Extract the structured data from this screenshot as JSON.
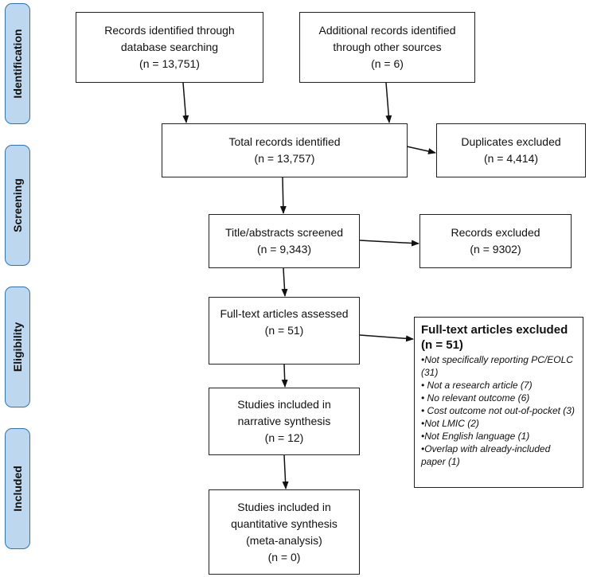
{
  "stages": [
    {
      "id": "identification",
      "label": "Identification"
    },
    {
      "id": "screening",
      "label": "Screening"
    },
    {
      "id": "eligibility",
      "label": "Eligibility"
    },
    {
      "id": "included",
      "label": "Included"
    }
  ],
  "boxes": {
    "database": {
      "lines": [
        "Records identified through",
        "database searching",
        "(n = 13,751)"
      ]
    },
    "other": {
      "lines": [
        "Additional records identified",
        "through other sources",
        "(n = 6)"
      ]
    },
    "total": {
      "lines": [
        "Total records identified",
        "(n = 13,757)"
      ]
    },
    "duplicates": {
      "lines": [
        "Duplicates excluded",
        "(n = 4,414)"
      ]
    },
    "screened": {
      "lines": [
        "Title/abstracts screened",
        "(n = 9,343)"
      ]
    },
    "records_excluded": {
      "lines": [
        "Records excluded",
        "(n = 9302)"
      ]
    },
    "fulltext": {
      "lines": [
        "Full-text articles assessed",
        "(n = 51)"
      ]
    },
    "narrative": {
      "lines": [
        "Studies included in",
        "narrative synthesis",
        "(n = 12)"
      ]
    },
    "quantitative": {
      "lines": [
        "Studies included in",
        "quantitative synthesis",
        "(meta-analysis)",
        "(n = 0)"
      ]
    }
  },
  "fulltext_excluded": {
    "title": "Full-text articles excluded (n = 51)",
    "items": [
      "•Not specifically reporting PC/EOLC (31)",
      "• Not a research article (7)",
      "• No relevant outcome (6)",
      "• Cost outcome not out-of-pocket (3)",
      "•Not LMIC (2)",
      "•Not English language (1)",
      "•Overlap with already-included paper (1)"
    ]
  }
}
